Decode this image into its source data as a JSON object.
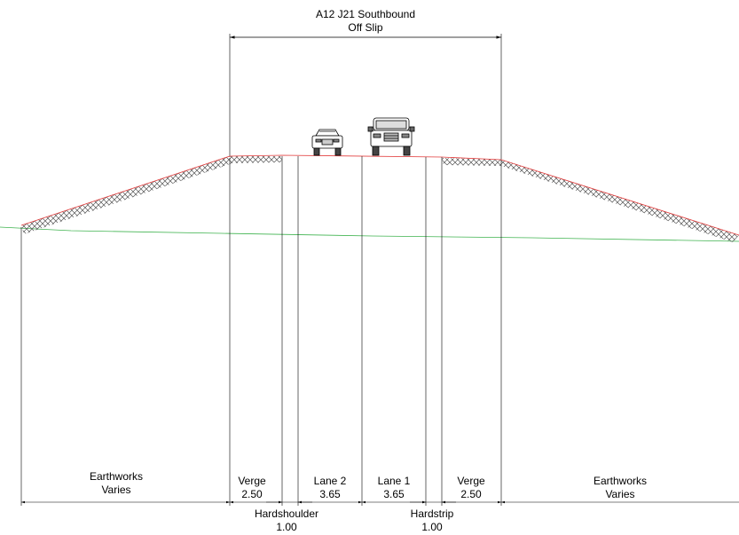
{
  "title": {
    "line1": "A12 J21 Southbound",
    "line2": "Off Slip"
  },
  "sections": [
    {
      "name": "Earthworks",
      "width": "Varies"
    },
    {
      "name": "Verge",
      "width": "2.50"
    },
    {
      "name": "Hardshoulder",
      "width": "1.00"
    },
    {
      "name": "Lane 2",
      "width": "3.65"
    },
    {
      "name": "Lane 1",
      "width": "3.65"
    },
    {
      "name": "Hardstrip",
      "width": "1.00"
    },
    {
      "name": "Verge",
      "width": "2.50"
    },
    {
      "name": "Earthworks",
      "width": "Varies"
    }
  ],
  "colors": {
    "finished_surface": "#e23b3b",
    "existing_ground": "#3fb34f",
    "linework": "#000000",
    "hatch": "#555555"
  },
  "icons": [
    "car-icon",
    "van-icon"
  ]
}
